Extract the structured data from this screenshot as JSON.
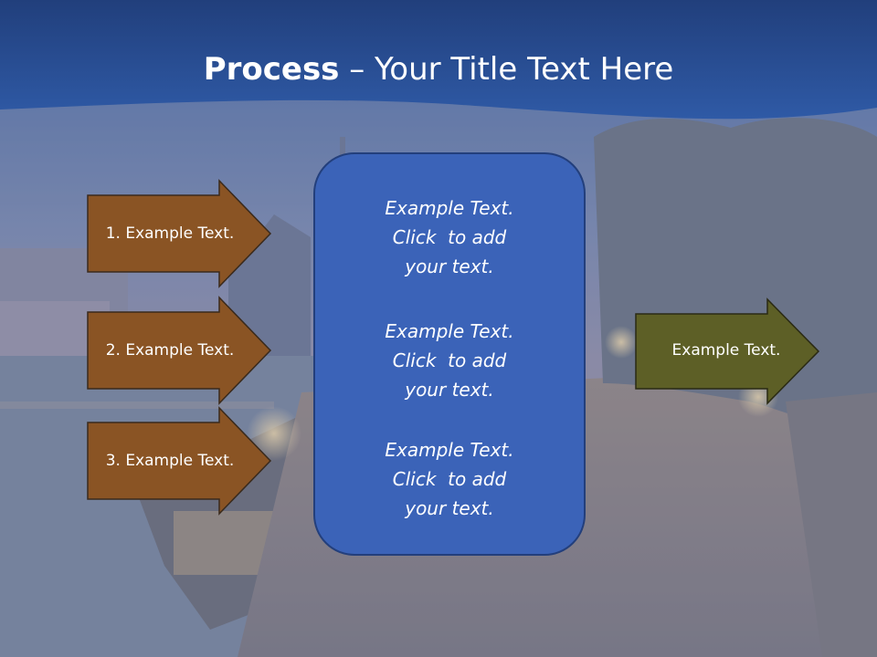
{
  "title": {
    "bold": "Process",
    "rest": " – Your Title Text Here"
  },
  "left_arrows": [
    {
      "label": "1. Example Text."
    },
    {
      "label": "2. Example Text."
    },
    {
      "label": "3. Example Text."
    }
  ],
  "center_blocks": [
    {
      "line1": "Example Text.",
      "line2": "Click  to add",
      "line3": "your text."
    },
    {
      "line1": "Example Text.",
      "line2": "Click  to add",
      "line3": "your text."
    },
    {
      "line1": "Example Text.",
      "line2": "Click  to add",
      "line3": "your text."
    }
  ],
  "right_arrow": {
    "label": "Example Text."
  },
  "colors": {
    "header_blue": "#27509a",
    "box_blue": "#3b63b8",
    "box_border": "#2a4a8e",
    "arrow_brown": "#8a5424",
    "arrow_olive": "#5d5f26"
  }
}
